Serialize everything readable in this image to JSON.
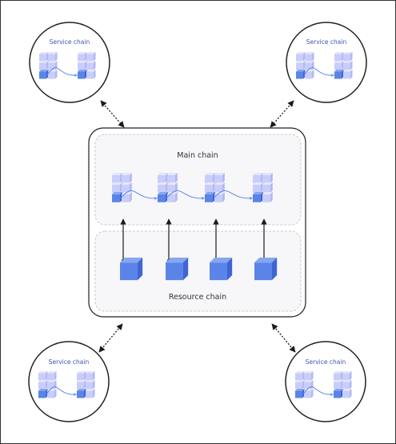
{
  "main_chain": {
    "label": "Main chain"
  },
  "resource_chain": {
    "label": "Resource chain"
  },
  "service_chains": [
    {
      "label": "Service chain"
    },
    {
      "label": "Service chain"
    },
    {
      "label": "Service chain"
    },
    {
      "label": "Service chain"
    }
  ],
  "colors": {
    "block_light": "#c9cdfa",
    "block_lighter": "#e4e6fc",
    "block_dark": "#5b84e8",
    "block_dark_side": "#3f66d0",
    "block_dark_top": "#86a6f0",
    "service_text": "#4054b8",
    "panel_fill": "#f7f7f9",
    "panel_border": "#c9c9cf",
    "arrow": "#1a1a1a"
  },
  "icons": {
    "block_cluster": "cube-cluster-icon",
    "single_block": "cube-icon",
    "link": "curved-arrow-icon",
    "connector": "dotted-double-arrow-icon"
  }
}
